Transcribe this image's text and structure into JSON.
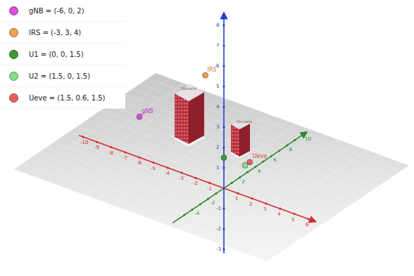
{
  "diagram": {
    "labels": [
      "gNB",
      "IRS",
      "Ueve",
      "Obstacle",
      "Obstacle",
      "-10",
      "-9",
      "-8",
      "-7",
      "-6",
      "-5",
      "-4",
      "-3",
      "-2",
      "-1",
      "1",
      "2",
      "3",
      "4",
      "5",
      "6",
      "-4",
      "-2",
      "2",
      "4",
      "6",
      "8",
      "10",
      "8",
      "7",
      "6",
      "5",
      "4",
      "3",
      "2",
      "1",
      "-1",
      "-2",
      "-3"
    ],
    "legend": [
      {
        "text": "gNB = (-6, 0, 2)",
        "color": "#d94fd9"
      },
      {
        "text": "IRS = (-3, 3, 4)",
        "color": "#f0a050"
      },
      {
        "text": "U1 = (0, 0, 1.5)",
        "color": "#3a9a3a"
      },
      {
        "text": "U2 = (1.5, 0, 1.5)",
        "color": "#86e086"
      },
      {
        "text": "Ueve = (1.5, 0.6, 1.5)",
        "color": "#e86060"
      }
    ]
  }
}
